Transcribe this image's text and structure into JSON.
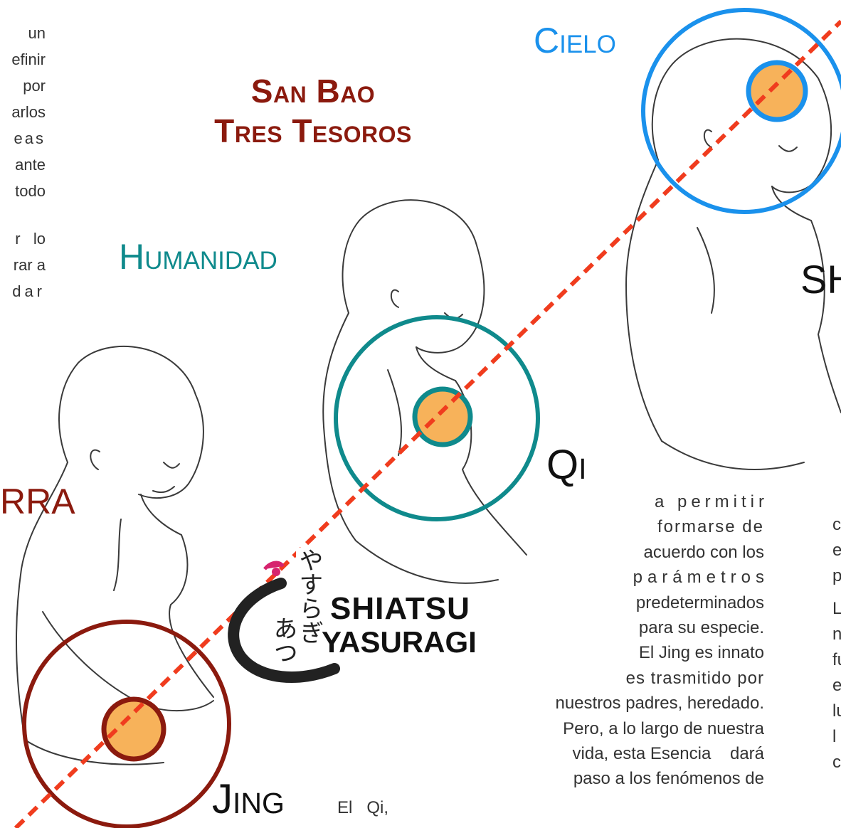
{
  "title": {
    "line1": "San Bao",
    "line2": "Tres Tesoros"
  },
  "labels": {
    "cielo": "Cielo",
    "humanidad": "Humanidad",
    "tierra_partial": "RRA",
    "shen_partial": "SH",
    "qi": "Qi",
    "jing": "Jing"
  },
  "left_column_fragments": [
    "un",
    "efinir",
    "por",
    "arlos",
    "eas",
    "ante",
    "todo",
    "r   lo",
    "rar a",
    "dar"
  ],
  "center_paragraph": [
    "a permitir",
    "formarse de",
    "acuerdo con los",
    "parámetros",
    "predeterminados",
    "para su especie.",
    "El Jing es innato",
    "es trasmitido por",
    "nuestros padres, heredado.",
    "Pero, a lo largo de nuestra",
    "vida, esta Esencia    dará",
    "paso a los fenómenos de"
  ],
  "bottom_fragment": "El   Qi,",
  "right_column_fragments": [
    "c",
    "e",
    "p",
    "L",
    "n",
    "fu",
    "e",
    "lu",
    "l",
    "c"
  ],
  "logo": {
    "line1": "SHIATSU",
    "line2": "YASURAGI",
    "kana_vertical": "やすらぎ",
    "kana_curve": "あつ"
  },
  "colors": {
    "title_red": "#8b1a0e",
    "cielo_blue": "#1a91ec",
    "humanidad_teal": "#0f8a8c",
    "tierra_red": "#8b1a0e",
    "center_orange": "#f7b25a",
    "axis_red": "#f03c1e"
  }
}
